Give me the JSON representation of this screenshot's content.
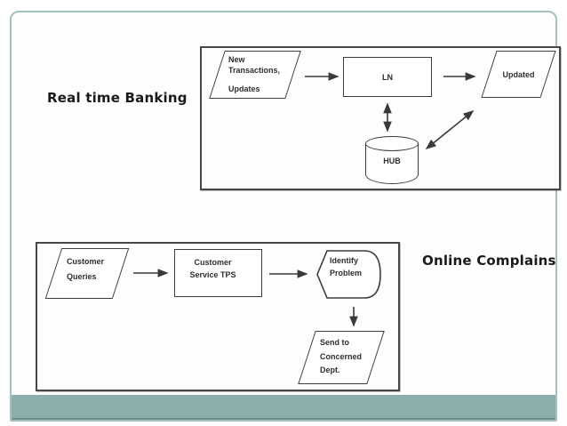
{
  "slide": {
    "frame_border_color": "#a7bfc3",
    "footer_color": "#8cafac",
    "diagram_line_color": "#3a3a3a"
  },
  "labels": {
    "realtime_banking": "Real time Banking",
    "online_complains": "Online Complains"
  },
  "realtime_diagram": {
    "input_line1": "New",
    "input_line2": "Transactions,",
    "input_line3": "Updates",
    "process": "LN",
    "output": "Updated",
    "datastore": "HUB"
  },
  "complains_diagram": {
    "input_line1": "Customer",
    "input_line2": "Queries",
    "process_line1": "Customer",
    "process_line2": "Service TPS",
    "identify_line1": "Identify",
    "identify_line2": "Problem",
    "output_line1": "Send to",
    "output_line2": "Concerned",
    "output_line3": "Dept."
  }
}
